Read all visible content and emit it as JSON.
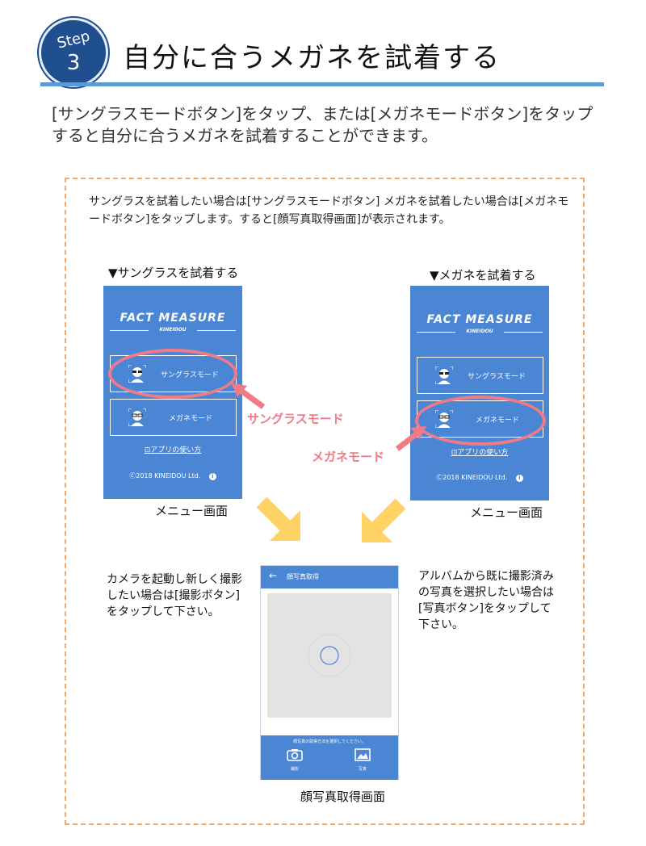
{
  "header": {
    "step_word": "Step",
    "step_number": "3",
    "title": "自分に合うメガネを試着する",
    "accent_color": "#5b9bd5",
    "badge_color": "#1f4f8f"
  },
  "intro": "[サングラスモードボタン]をタップ、または[メガネモードボタン]をタップすると自分に合うメガネを試着することができます。",
  "panel": {
    "text": "サングラスを試着したい場合は[サングラスモードボタン] メガネを試着したい場合は[メガネモードボタン]をタップします。すると[顔写真取得画面]が表示されます。",
    "left_heading": "▼サングラスを試着する",
    "right_heading": "▼メガネを試着する",
    "menu_caption": "メニュー画面",
    "capture_caption": "顔写真取得画面",
    "callout_sunglasses": "サングラスモード",
    "callout_glasses": "メガネモード",
    "camera_note": "カメラを起動し新しく撮影したい場合は[撮影ボタン]をタップして下さい。",
    "album_note": "アルバムから既に撮影済みの写真を選択したい場合は[写真ボタン]をタップして下さい。"
  },
  "menu_screen": {
    "logo": "FACT MEASURE",
    "logo_sub": "KINEIDOU",
    "sunglasses_button": "サングラスモード",
    "glasses_button": "メガネモード",
    "help_link": "アプリの使い方",
    "copyright": "Ⓒ2018 KINEIDOU Ltd.",
    "screen_color": "#4a86d3"
  },
  "capture_screen": {
    "back_icon": "←",
    "title": "顔写真取得",
    "hint": "顔写真の取得方法を選択してください。",
    "camera_label": "撮影",
    "photo_label": "写真"
  },
  "colors": {
    "callout": "#f07b86",
    "arrow": "#ffd266",
    "panel_border": "#f4a96a"
  }
}
